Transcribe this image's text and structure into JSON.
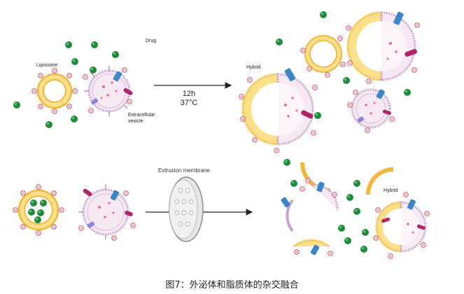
{
  "caption": "图7：外泌体和脂质体的杂交融合",
  "top_panel": {
    "drug_label": "Drug",
    "liposome_label": "Liposome",
    "ev_label_line1": "Extracellular",
    "ev_label_line2": "vesicle",
    "condition_time": "12h",
    "condition_temp": "37°C",
    "hybrid_label": "Hybrid"
  },
  "bottom_panel": {
    "membrane_label": "Extrusion membrane",
    "hybrid_label": "Hybrid"
  },
  "colors": {
    "liposome_fill": "#fde08a",
    "liposome_ring": "#f2b73c",
    "ev_membrane": "#c9a3cf",
    "ev_inner": "#f7e9f4",
    "drug": "#1e8a3a",
    "protein_blue": "#3b86c7",
    "protein_magenta": "#b0246a",
    "protein_violet": "#8f84d8",
    "marker_red": "#d9364b"
  }
}
